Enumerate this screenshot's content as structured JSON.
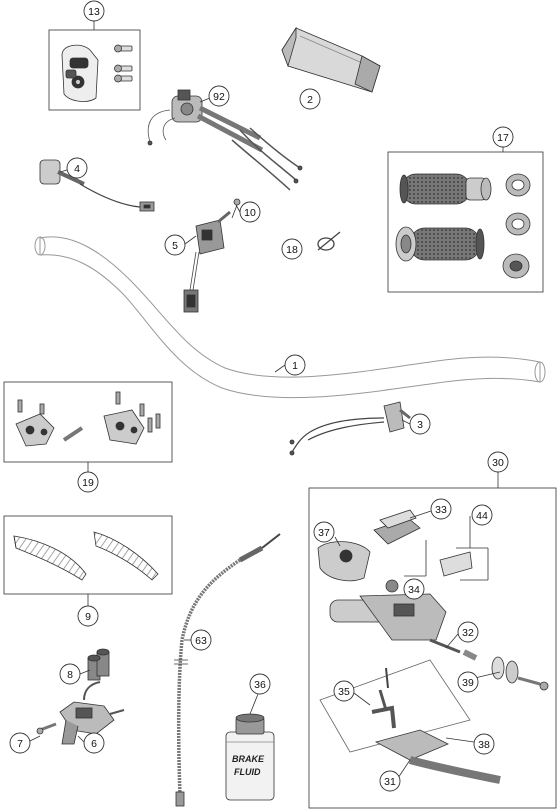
{
  "diagram": {
    "callouts": {
      "c1": "1",
      "c2": "2",
      "c3": "3",
      "c4": "4",
      "c5": "5",
      "c6": "6",
      "c7": "7",
      "c8": "8",
      "c9": "9",
      "c10": "10",
      "c13": "13",
      "c17": "17",
      "c18": "18",
      "c19": "19",
      "c30": "30",
      "c31": "31",
      "c32": "32",
      "c33": "33",
      "c34": "34",
      "c35": "35",
      "c36": "36",
      "c37": "37",
      "c38": "38",
      "c39": "39",
      "c44": "44",
      "c63": "63",
      "c92": "92"
    },
    "bottle_label": {
      "line1": "BRAKE",
      "line2": "FLUID"
    }
  }
}
